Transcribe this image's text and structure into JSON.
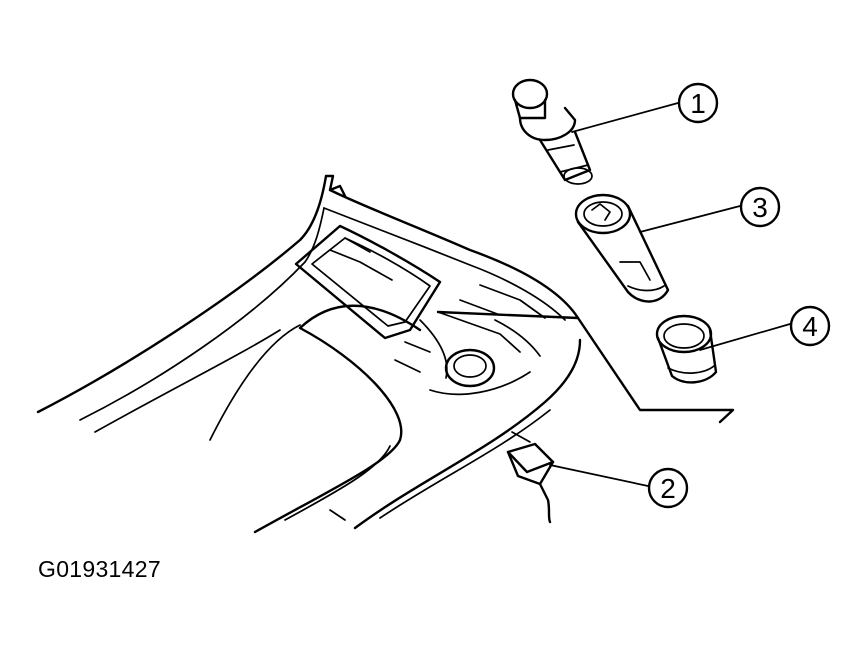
{
  "figure": {
    "id": "G01931427",
    "callouts": [
      {
        "number": "1"
      },
      {
        "number": "2"
      },
      {
        "number": "3"
      },
      {
        "number": "4"
      }
    ]
  }
}
